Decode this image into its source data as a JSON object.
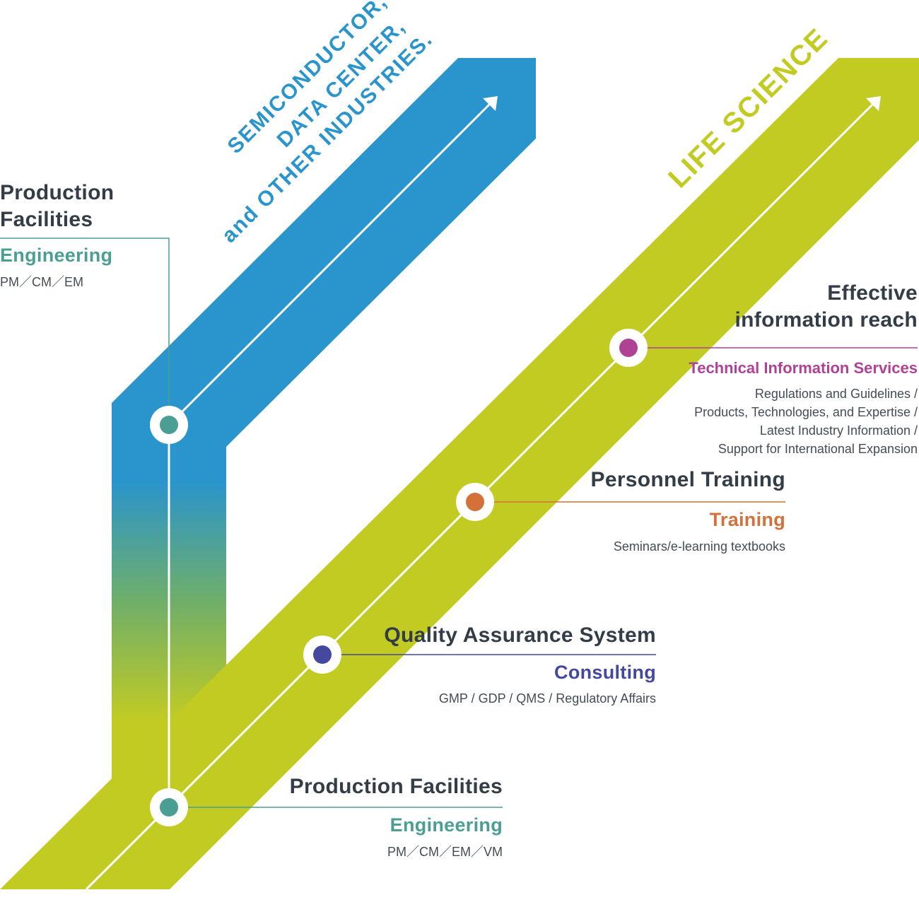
{
  "colors": {
    "blue_band": "#2a94cc",
    "green_band": "#c2cb22",
    "teal": "#4a9e93",
    "navy": "#44489e",
    "orange": "#d4703a",
    "magenta": "#b04195",
    "text_dark": "#333d47"
  },
  "band_labels": {
    "semiconductor": [
      "SEMICONDUCTOR,",
      "DATA CENTER,",
      "and OTHER INDUSTRIES."
    ],
    "life_science": "LIFE SCIENCE"
  },
  "left_node": {
    "title": [
      "Production",
      "Facilities"
    ],
    "service": "Engineering",
    "details": "PM／CM／EM"
  },
  "nodes": [
    {
      "id": "technical-information",
      "title": [
        "Effective",
        "information reach"
      ],
      "service": "Technical Information Services",
      "details": [
        "Regulations and Guidelines /",
        "Products, Technologies, and Expertise /",
        "Latest Industry Information /",
        "Support for International Expansion"
      ],
      "color_key": "magenta"
    },
    {
      "id": "personnel-training",
      "title": [
        "Personnel Training"
      ],
      "service": "Training",
      "details": [
        "Seminars/e-learning textbooks"
      ],
      "color_key": "orange"
    },
    {
      "id": "quality-assurance",
      "title": [
        "Quality Assurance System"
      ],
      "service": "Consulting",
      "details": [
        "GMP / GDP / QMS / Regulatory Affairs"
      ],
      "color_key": "navy"
    },
    {
      "id": "production-facilities",
      "title": [
        "Production Facilities"
      ],
      "service": "Engineering",
      "details": [
        "PM／CM／EM／VM"
      ],
      "color_key": "teal"
    }
  ]
}
